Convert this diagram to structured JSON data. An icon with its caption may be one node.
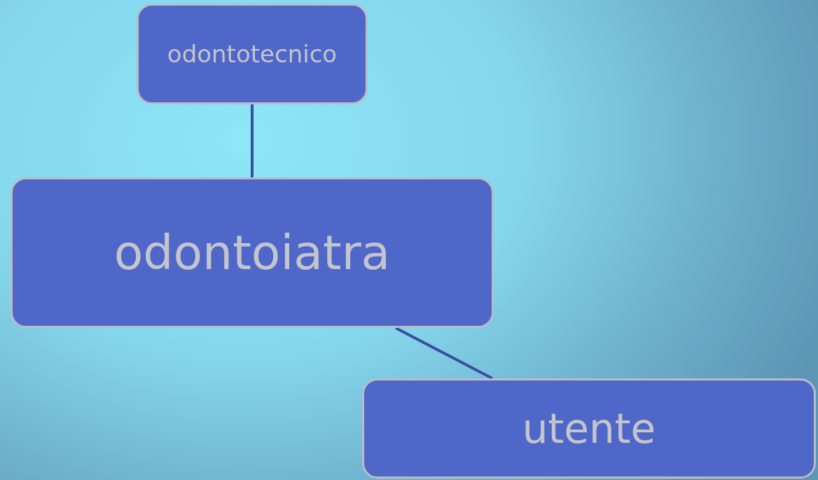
{
  "diagram": {
    "nodes": [
      {
        "text": [
          "odontotecnico"
        ]
      },
      {
        "text": [
          "odontoiatra"
        ]
      },
      {
        "text": [
          "utente"
        ]
      }
    ],
    "edges": [
      {
        "from": 0,
        "to": 1,
        "arrow": "none"
      },
      {
        "from": 1,
        "to": 2,
        "arrow": "none"
      }
    ]
  }
}
